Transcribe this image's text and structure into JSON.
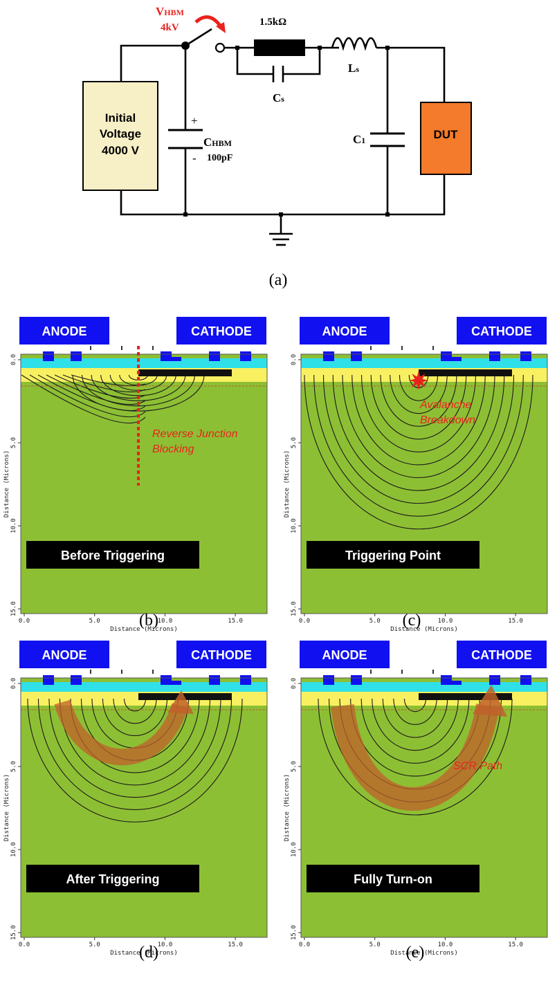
{
  "circuit": {
    "label": "(a)",
    "switch_label_main": "V",
    "switch_label_sub": "HBM",
    "switch_voltage": "4kV",
    "resistor": "1.5kΩ",
    "cs_main": "C",
    "cs_sub": "s",
    "ls_main": "L",
    "ls_sub": "s",
    "c1_main": "C",
    "c1_sub": "1",
    "chbm_main": "C",
    "chbm_sub": "HBM",
    "chbm_value": "100pF",
    "plus": "+",
    "minus": "-",
    "source_line1": "Initial",
    "source_line2": "Voltage",
    "source_line3": "4000 V",
    "dut": "DUT",
    "colors": {
      "source": "#f7efc6",
      "dut": "#f37b2b",
      "arrow": "#e8231e"
    }
  },
  "panels": [
    {
      "id": "b",
      "caption": "(b)",
      "status": "Before Triggering",
      "anode": "ANODE",
      "cathode": "CATHODE",
      "annotation": [
        "Reverse Junction",
        "Blocking"
      ],
      "xlabel": "Distance (Microns)",
      "ylabel": "Distance (Microns)",
      "x_ticks": [
        "0.0",
        "5.0",
        "10.0",
        "15.0"
      ],
      "y_ticks": [
        "0.0",
        "5.0",
        "10.0",
        "15.0"
      ]
    },
    {
      "id": "c",
      "caption": "(c)",
      "status": "Triggering Point",
      "anode": "ANODE",
      "cathode": "CATHODE",
      "annotation": [
        "Avalanche",
        "Breakdown"
      ],
      "xlabel": "Distance (Microns)",
      "ylabel": "Distance (Microns)",
      "x_ticks": [
        "0.0",
        "5.0",
        "10.0",
        "15.0"
      ],
      "y_ticks": [
        "0.0",
        "5.0",
        "10.0",
        "15.0"
      ]
    },
    {
      "id": "d",
      "caption": "(d)",
      "status": "After Triggering",
      "anode": "ANODE",
      "cathode": "CATHODE",
      "annotation": [],
      "xlabel": "Distance (Microns)",
      "ylabel": "Distance (Microns)",
      "x_ticks": [
        "0.0",
        "5.0",
        "10.0",
        "15.0"
      ],
      "y_ticks": [
        "0.0",
        "5.0",
        "10.0",
        "15.0"
      ]
    },
    {
      "id": "e",
      "caption": "(e)",
      "status": "Fully Turn-on",
      "anode": "ANODE",
      "cathode": "CATHODE",
      "annotation": [
        "SCR Path"
      ],
      "xlabel": "Distance (Microns)",
      "ylabel": "Distance (Microns)",
      "x_ticks": [
        "0.0",
        "5.0",
        "10.0",
        "15.0"
      ],
      "y_ticks": [
        "0.0",
        "5.0",
        "10.0",
        "15.0"
      ]
    }
  ],
  "colors": {
    "substrate": "#8dbf34",
    "electrode": "#1010f0",
    "oxide": "#2fe0e8",
    "doping": "#f8f060",
    "annotation": "#e8231e",
    "path": "#c0602a"
  }
}
